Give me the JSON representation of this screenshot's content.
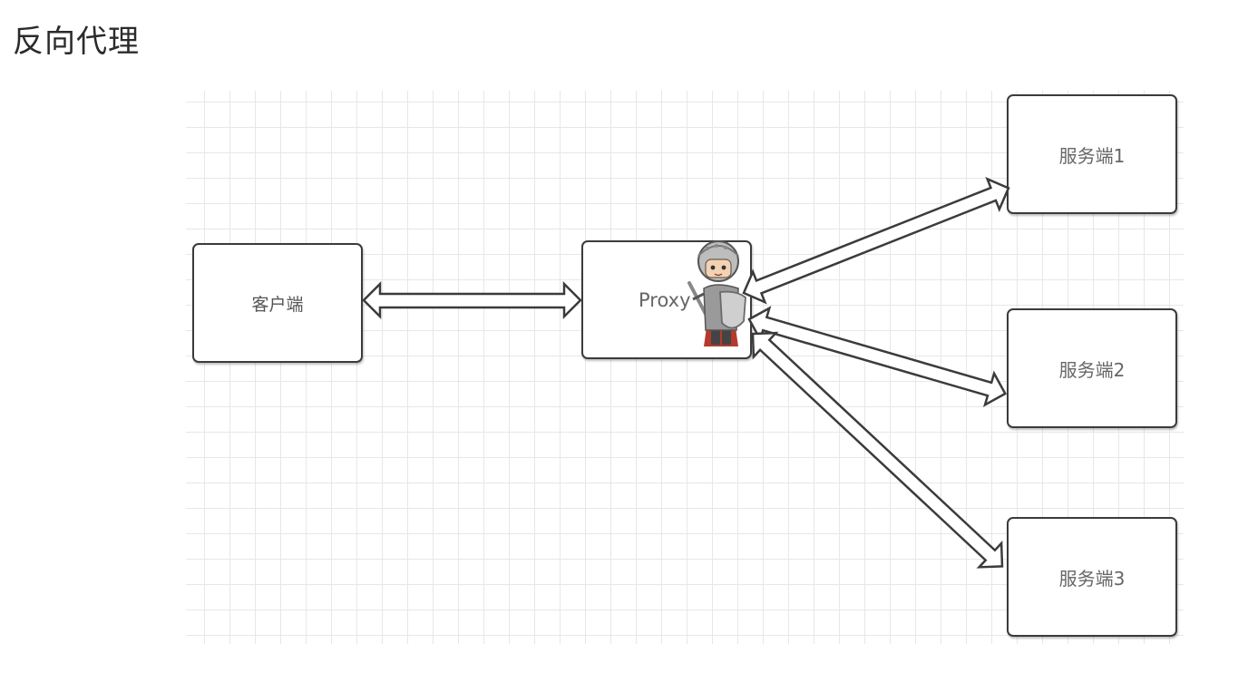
{
  "title": "反向代理",
  "nodes": {
    "client": "客户端",
    "proxy": "Proxy",
    "server1": "服务端1",
    "server2": "服务端2",
    "server3": "服务端3"
  },
  "colors": {
    "border": "#3b3b3b",
    "grid": "#e7e7e7",
    "text": "#555555",
    "knight_shield": "#c9c9c9",
    "knight_cape": "#b53a2c"
  },
  "icons": [
    "knight-mascot-icon",
    "double-arrow-icon"
  ]
}
